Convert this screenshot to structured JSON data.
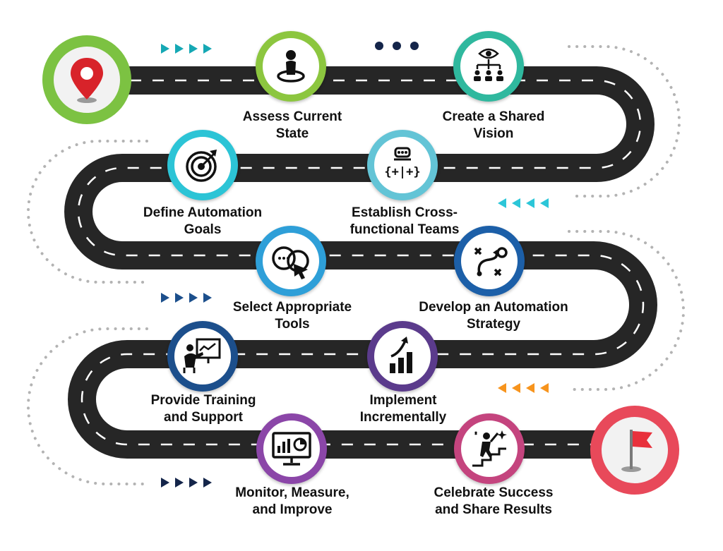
{
  "colors": {
    "road": "#262626",
    "road_dash": "#ffffff",
    "dots": "#b3b3b3",
    "start": "#7cc242",
    "finish": "#e8495a",
    "arrows_teal": "#15a8b4",
    "arrows_cyan": "#2cc6d8",
    "arrows_blue": "#1c4f8c",
    "arrows_orange": "#f7941d",
    "arrows_navy": "#14254a",
    "dots_navy": "#14254a"
  },
  "start_marker": {
    "icon": "map-pin-icon",
    "color": "#7cc242"
  },
  "finish_marker": {
    "icon": "finish-flag-icon",
    "color": "#e8495a"
  },
  "steps": [
    {
      "id": "assess",
      "lines": [
        "Assess Current",
        "State"
      ],
      "icon": "user-location-icon",
      "color": "#8cc63f"
    },
    {
      "id": "vision",
      "lines": [
        "Create a Shared",
        "Vision"
      ],
      "icon": "eye-hierarchy-icon",
      "color": "#2fb89e"
    },
    {
      "id": "goals",
      "lines": [
        "Define Automation",
        "Goals"
      ],
      "icon": "target-icon",
      "color": "#2cc4d6"
    },
    {
      "id": "teams",
      "lines": [
        "Establish Cross-",
        "functional Teams"
      ],
      "icon": "team-gear-icon",
      "color": "#63c4d6"
    },
    {
      "id": "tools",
      "lines": [
        "Select Appropriate",
        "Tools"
      ],
      "icon": "chat-cursor-icon",
      "color": "#2e9fd8"
    },
    {
      "id": "strategy",
      "lines": [
        "Develop an Automation",
        "Strategy"
      ],
      "icon": "strategy-play-icon",
      "color": "#1c5fa8"
    },
    {
      "id": "training",
      "lines": [
        "Provide Training",
        "and Support"
      ],
      "icon": "presenter-board-icon",
      "color": "#1c4f8c"
    },
    {
      "id": "implement",
      "lines": [
        "Implement",
        "Incrementally"
      ],
      "icon": "growth-chart-icon",
      "color": "#5b3b8c"
    },
    {
      "id": "monitor",
      "lines": [
        "Monitor, Measure,",
        "and Improve"
      ],
      "icon": "monitor-dashboard-icon",
      "color": "#8b46a8"
    },
    {
      "id": "celebrate",
      "lines": [
        "Celebrate Success",
        "and Share Results"
      ],
      "icon": "stairs-success-icon",
      "color": "#c4447e"
    }
  ]
}
